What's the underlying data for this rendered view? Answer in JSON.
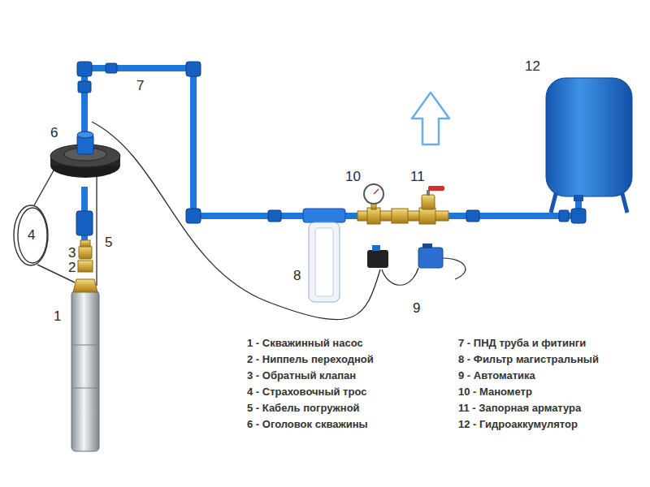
{
  "diagram": {
    "labels": [
      "1",
      "2",
      "3",
      "4",
      "5",
      "6",
      "7",
      "8",
      "9",
      "10",
      "11",
      "12",
      "1 - Скважинный насос",
      "2 - Ниппель переходной",
      "3 - Обратный клапан",
      "4 - Страховочный трос",
      "5 - Кабель погружной",
      "6 - Оголовок скважины",
      "7 - ПНД труба и фитинги",
      "8 - Фильтр магистральный",
      "9 - Автоматика",
      "10 - Манометр",
      "11 - Запорная арматура",
      "12 - Гидроаккумулятор"
    ]
  }
}
